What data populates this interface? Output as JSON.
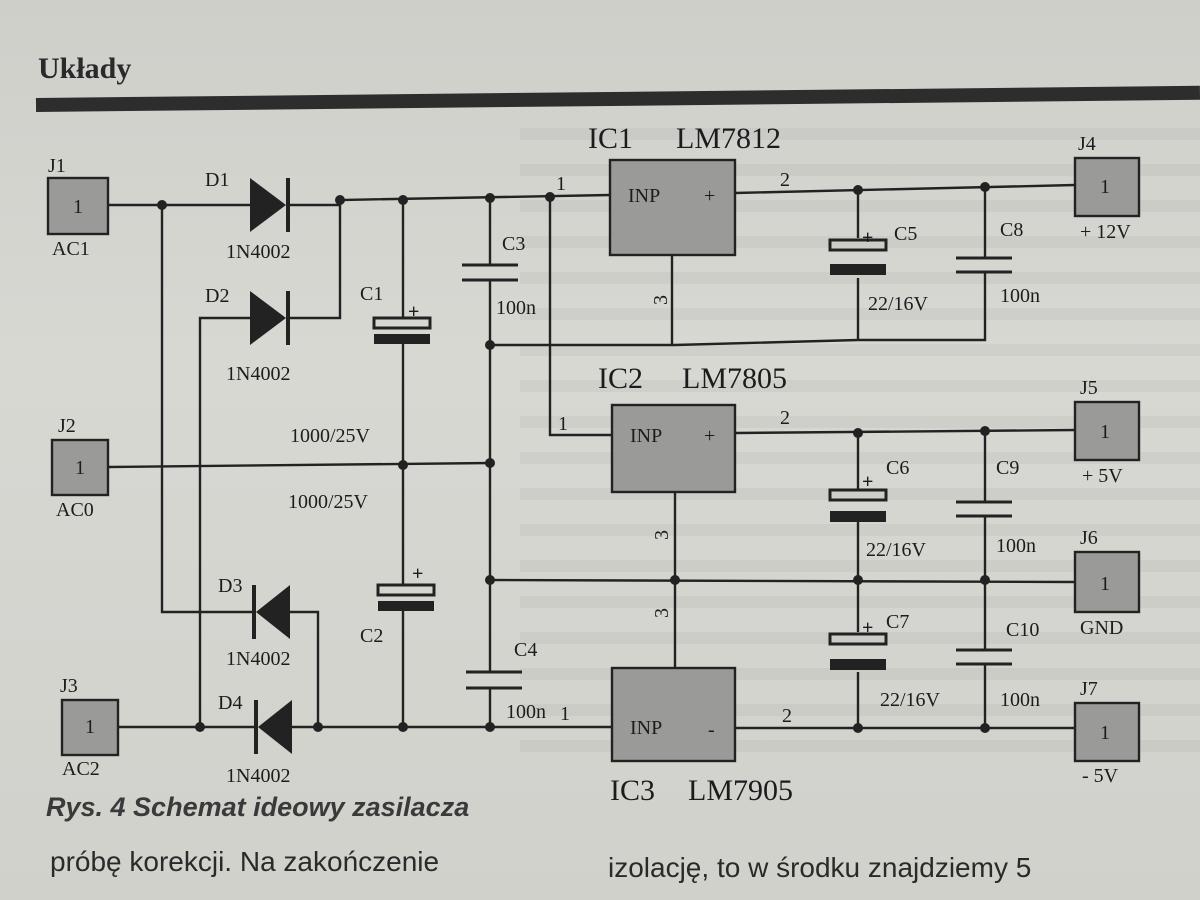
{
  "header": {
    "section_title": "Układy"
  },
  "figure": {
    "caption": "Rys. 4  Schemat ideowy zasilacza",
    "connectors": [
      {
        "id": "J1",
        "pin": "1",
        "signal": "AC1"
      },
      {
        "id": "J2",
        "pin": "1",
        "signal": "AC0"
      },
      {
        "id": "J3",
        "pin": "1",
        "signal": "AC2"
      },
      {
        "id": "J4",
        "pin": "1",
        "signal": "+ 12V"
      },
      {
        "id": "J5",
        "pin": "1",
        "signal": "+ 5V"
      },
      {
        "id": "J6",
        "pin": "1",
        "signal": "GND"
      },
      {
        "id": "J7",
        "pin": "1",
        "signal": "- 5V"
      }
    ],
    "diodes": [
      {
        "id": "D1",
        "part": "1N4002"
      },
      {
        "id": "D2",
        "part": "1N4002"
      },
      {
        "id": "D3",
        "part": "1N4002"
      },
      {
        "id": "D4",
        "part": "1N4002"
      }
    ],
    "regulators": [
      {
        "name": "IC1",
        "part": "LM7812",
        "in_label": "INP",
        "polarity": "+",
        "pin_in": "1",
        "pin_out": "2",
        "pin_gnd": "3"
      },
      {
        "name": "IC2",
        "part": "LM7805",
        "in_label": "INP",
        "polarity": "+",
        "pin_in": "1",
        "pin_out": "2",
        "pin_gnd": "3"
      },
      {
        "name": "IC3",
        "part": "LM7905",
        "in_label": "INP",
        "polarity": "-",
        "pin_in": "1",
        "pin_out": "2",
        "pin_gnd": "3"
      }
    ],
    "capacitors": [
      {
        "id": "C1",
        "value": "1000/25V",
        "polarized": true
      },
      {
        "id": "C2",
        "value": "1000/25V",
        "polarized": true
      },
      {
        "id": "C3",
        "value": "100n",
        "polarized": false
      },
      {
        "id": "C4",
        "value": "100n",
        "polarized": false
      },
      {
        "id": "C5",
        "value": "22/16V",
        "polarized": true
      },
      {
        "id": "C6",
        "value": "22/16V",
        "polarized": true
      },
      {
        "id": "C7",
        "value": "22/16V",
        "polarized": true
      },
      {
        "id": "C8",
        "value": "100n",
        "polarized": false
      },
      {
        "id": "C9",
        "value": "100n",
        "polarized": false
      },
      {
        "id": "C10",
        "value": "100n",
        "polarized": false
      }
    ],
    "plus_mark": "+"
  },
  "text": {
    "left_column_line": "próbę korekcji. Na zakończenie",
    "right_column_line": "izolację, to w środku znajdziemy 5"
  },
  "colors": {
    "ink": "#222222",
    "component_fill": "#9a9a98",
    "paper": "#d4d4cf",
    "rule": "#2d2d2d"
  }
}
